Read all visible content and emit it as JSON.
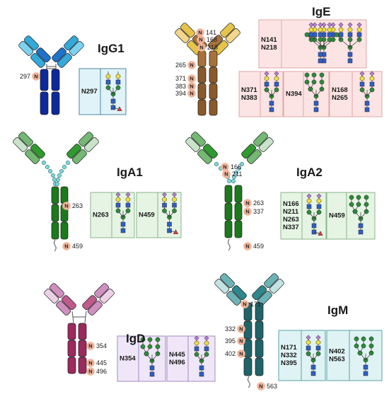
{
  "colors": {
    "igg1": [
      "#0d2a9c",
      "#1e73c9",
      "#33a9dc",
      "#7cd3f0"
    ],
    "ige": [
      "#8a5a2b",
      "#a8713a",
      "#e6c44a",
      "#f2d68a"
    ],
    "iga1": [
      "#1c7a1c",
      "#2f9b2f",
      "#74b874",
      "#c9e3c9"
    ],
    "iga2": [
      "#1c7a1c",
      "#2f9b2f",
      "#74b874",
      "#c9e3c9"
    ],
    "igd": [
      "#9c2a5c",
      "#c05a8a",
      "#cf8fbf",
      "#ecd0e6"
    ],
    "igm": [
      "#1f6469",
      "#2e878c",
      "#6cb3b6",
      "#c3e2e3"
    ],
    "hinge_bead": "#7fd6da",
    "n_badge": "#f2b49a",
    "glcnac": "#2f5fc7",
    "mannose": "#2e8b3a",
    "galactose": "#f2e03c",
    "sialic": "#b37fd0",
    "fucose": "#e23b3b",
    "box_igg1": "#dff3f8",
    "box_ige": "#fde4e4",
    "box_iga": "#e6f4e4",
    "box_igd": "#efe6f8",
    "box_igm": "#dff3f4"
  },
  "n_symbol": "N",
  "panels": [
    {
      "id": "igg1",
      "title": "IgG1",
      "sites": [
        {
          "label": "297",
          "side": "left"
        }
      ],
      "boxes": [
        {
          "labels": [
            "N297"
          ],
          "glycan": "complex-core-fucose"
        }
      ]
    },
    {
      "id": "ige",
      "title": "IgE",
      "sites": [
        {
          "label": "141",
          "side": "right"
        },
        {
          "label": "168",
          "side": "right"
        },
        {
          "label": "218",
          "side": "right"
        },
        {
          "label": "265",
          "side": "left"
        },
        {
          "label": "371",
          "side": "left"
        },
        {
          "label": "383",
          "side": "left"
        },
        {
          "label": "394",
          "side": "left"
        }
      ],
      "boxes": [
        {
          "labels": [
            "N141",
            "N218"
          ],
          "glycan": "triple-complex"
        },
        {
          "labels": [
            "N371",
            "N383"
          ],
          "glycan": "complex-sialyl"
        },
        {
          "labels": [
            "N394"
          ],
          "glycan": "high-mannose"
        },
        {
          "labels": [
            "N168",
            "N265"
          ],
          "glycan": "complex-sialyl"
        }
      ]
    },
    {
      "id": "iga1",
      "title": "IgA1",
      "sites": [
        {
          "label": "263",
          "side": "right"
        },
        {
          "label": "459",
          "side": "right"
        }
      ],
      "boxes": [
        {
          "labels": [
            "N263"
          ],
          "glycan": "complex-sialyl"
        },
        {
          "labels": [
            "N459"
          ],
          "glycan": "complex-sialyl-fucose"
        }
      ]
    },
    {
      "id": "iga2",
      "title": "IgA2",
      "sites": [
        {
          "label": "166",
          "side": "right"
        },
        {
          "label": "211",
          "side": "right"
        },
        {
          "label": "263",
          "side": "right"
        },
        {
          "label": "337",
          "side": "right"
        },
        {
          "label": "459",
          "side": "right"
        }
      ],
      "boxes": [
        {
          "labels": [
            "N166",
            "N211",
            "N263",
            "N337"
          ],
          "glycan": "complex-sialyl-fucose"
        },
        {
          "labels": [
            "N459"
          ],
          "glycan": "high-mannose"
        }
      ]
    },
    {
      "id": "igd",
      "title": "IgD",
      "sites": [
        {
          "label": "354",
          "side": "right"
        },
        {
          "label": "445",
          "side": "right"
        },
        {
          "label": "496",
          "side": "right"
        }
      ],
      "boxes": [
        {
          "labels": [
            "N354"
          ],
          "glycan": "high-mannose"
        },
        {
          "labels": [
            "N445",
            "N496"
          ],
          "glycan": "complex-sialyl"
        }
      ]
    },
    {
      "id": "igm",
      "title": "IgM",
      "sites": [
        {
          "label": "171",
          "side": "right"
        },
        {
          "label": "332",
          "side": "left"
        },
        {
          "label": "395",
          "side": "left"
        },
        {
          "label": "402",
          "side": "left"
        },
        {
          "label": "563",
          "side": "right"
        }
      ],
      "boxes": [
        {
          "labels": [
            "N171",
            "N332",
            "N395"
          ],
          "glycan": "complex-sialyl"
        },
        {
          "labels": [
            "N402",
            "N563"
          ],
          "glycan": "high-mannose"
        }
      ]
    }
  ]
}
